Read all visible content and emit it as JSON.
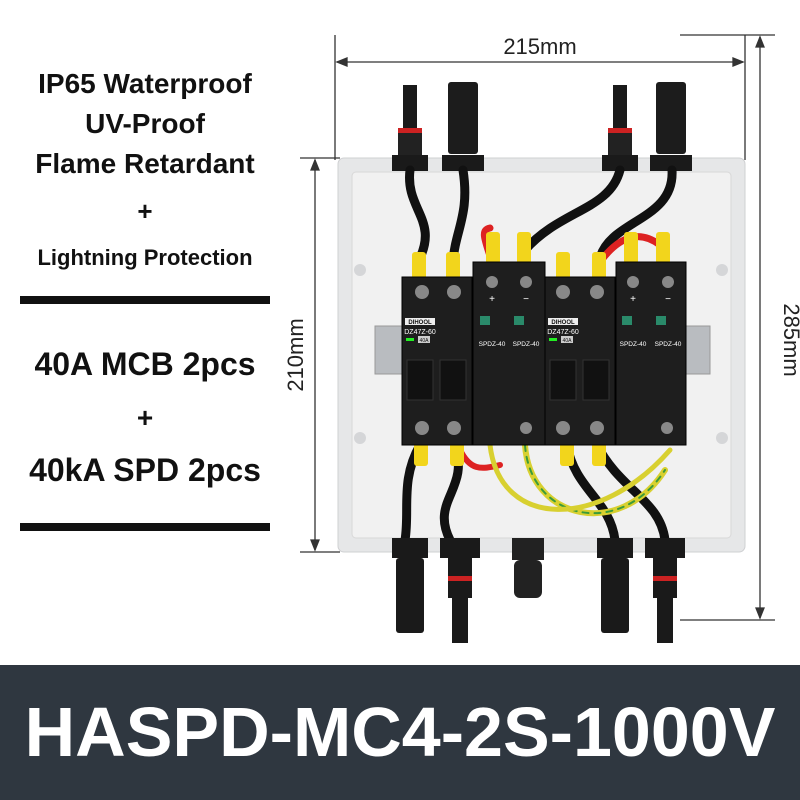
{
  "features": {
    "line1": "IP65 Waterproof",
    "line2": "UV-Proof",
    "line3": "Flame Retardant",
    "plus1": "+",
    "line4": "Lightning Protection",
    "line5": "40A MCB 2pcs",
    "plus2": "+",
    "line6": "40kA SPD 2pcs"
  },
  "dimensions": {
    "width": "215mm",
    "height": "210mm",
    "total_height": "285mm"
  },
  "devices": {
    "brand": "DIHOOL",
    "mcb_model": "DZ47Z-60",
    "mcb_rating": "40A",
    "spd_model": "SPDZ-40",
    "spd_plus": "+",
    "spd_minus": "−"
  },
  "banner": {
    "model": "HASPD-MC4-2S-1000V"
  }
}
